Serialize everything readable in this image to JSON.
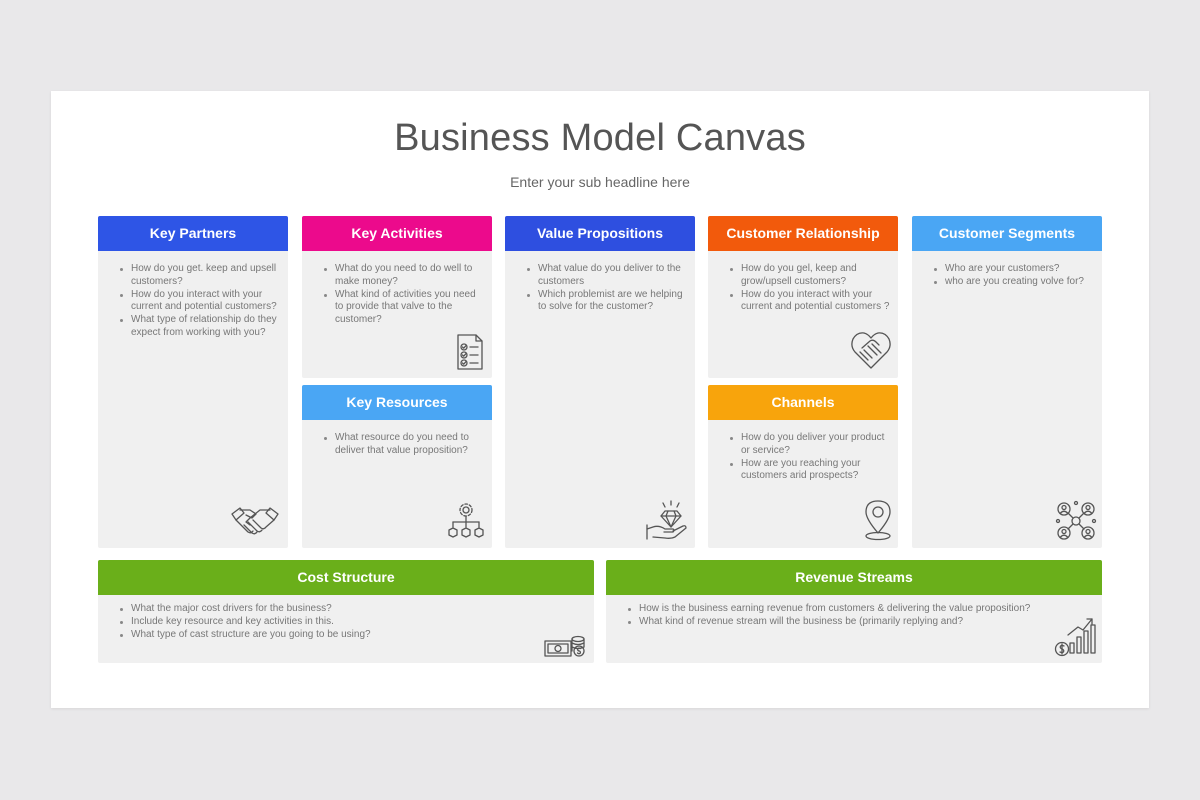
{
  "header": {
    "title": "Business Model Canvas",
    "subtitle": "Enter your sub headline here"
  },
  "colors": {
    "key_partners": "#2e55e6",
    "key_activities": "#ec0a8c",
    "value_propositions": "#2e4fe0",
    "customer_relationship": "#f25a0c",
    "customer_segments": "#4aa6f4",
    "key_resources": "#4aa6f4",
    "channels": "#f8a40c",
    "cost_structure": "#6aaf1a",
    "revenue_streams": "#6aaf1a"
  },
  "blocks": {
    "key_partners": {
      "title": "Key Partners",
      "items": [
        "How do you get. keep and upsell customers?",
        "How do you interact with your current and potential customers?",
        "What type of relationship do they expect from working with you?"
      ],
      "icon": "handshake-icon"
    },
    "key_activities": {
      "title": "Key Activities",
      "items": [
        "What do you need to do well to make money?",
        "What kind of activities you need to provide that valve to the customer?"
      ],
      "icon": "checklist-icon"
    },
    "key_resources": {
      "title": "Key Resources",
      "items": [
        "What resource do you need to deliver that value proposition?"
      ],
      "icon": "gear-network-icon"
    },
    "value_propositions": {
      "title": "Value Propositions",
      "items": [
        "What value do you deliver to the customers",
        "Which problemist are we helping to solve for the customer?"
      ],
      "icon": "diamond-hand-icon"
    },
    "customer_relationship": {
      "title": "Customer Relationship",
      "items": [
        "How do you gel, keep and grow/upsell customers?",
        "How do you interact with your current and potential customers ?"
      ],
      "icon": "heart-handshake-icon"
    },
    "channels": {
      "title": "Channels",
      "items": [
        "How do you deliver your product or service?",
        "How are you reaching your customers arid prospects?"
      ],
      "icon": "location-pin-icon"
    },
    "customer_segments": {
      "title": "Customer Segments",
      "items": [
        "Who are your customers?",
        "who are you creating volve for?"
      ],
      "icon": "people-network-icon"
    },
    "cost_structure": {
      "title": "Cost Structure",
      "items": [
        "What the major cost drivers for the business?",
        "Include key resource and key activities in this.",
        "What type of cast structure are you going to be using?"
      ],
      "icon": "money-coins-icon"
    },
    "revenue_streams": {
      "title": "Revenue Streams",
      "items": [
        "How is the business earning revenue from customers & delivering the value proposition?",
        "What kind of revenue stream will the business be (primarily replying and?"
      ],
      "icon": "growth-chart-icon"
    }
  }
}
